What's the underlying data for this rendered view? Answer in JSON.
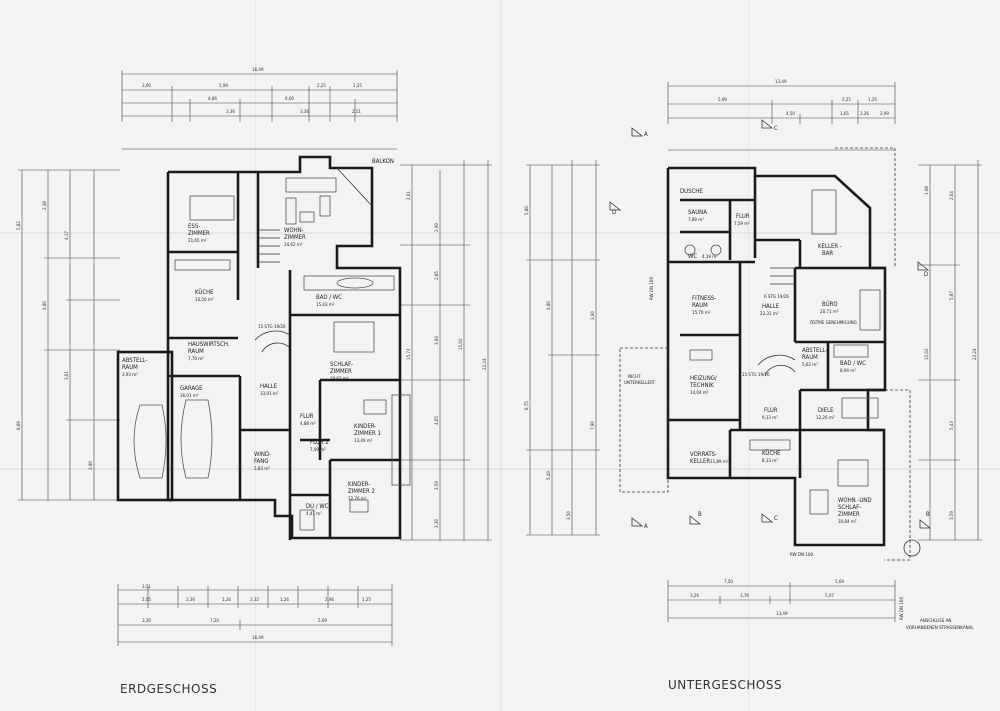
{
  "sheet": {
    "left_title": "ERDGESCHOSS",
    "right_title": "UNTERGESCHOSS"
  },
  "eg": {
    "balkon": "BALKON",
    "rooms": {
      "ess": [
        "ESS-",
        "ZIMMER"
      ],
      "ess_area": "21,65 m²",
      "wohn": [
        "WOHN-",
        "ZIMMER"
      ],
      "wohn_area": "34,62 m²",
      "kueche": "KÜCHE",
      "kueche_area": "10,50 m²",
      "hwr": [
        "HAUSWIRTSCH.",
        "RAUM"
      ],
      "hwr_area": "7,70 m²",
      "abst": [
        "ABSTELL-",
        "RAUM"
      ],
      "abst_area": "3,93 m²",
      "garage": "GARAGE",
      "garage_area": "36,01 m²",
      "halle": "HALLE",
      "halle_area": "33,91 m²",
      "wind": [
        "WIND-",
        "FANG"
      ],
      "wind_area": "5,83 m²",
      "bad": "BAD / WC",
      "bad_area": "15,43 m²",
      "schlaf": [
        "SCHLAF-",
        "ZIMMER"
      ],
      "schlaf_area": "20,62 m²",
      "flur": "FLUR",
      "flur_area": "4,88 m²",
      "flur2": "FLUR 2",
      "flur2_area": "7,09 m²",
      "kind1": [
        "KINDER-",
        "ZIMMER 1"
      ],
      "kind1_area": "13,49 m²",
      "kind2": [
        "KINDER-",
        "ZIMMER 2"
      ],
      "kind2_area": "12,76 m²",
      "duwc": "DU / WC",
      "duwc_area": "4,41 m²",
      "stair": "15 STG 19/26"
    },
    "dims_top": [
      "16,49",
      "3,00",
      "5,99",
      "2,25",
      "1,25",
      "4,86",
      "6,00",
      "3,36",
      "3,36",
      "2,51"
    ],
    "dims_bottom": [
      "3,51",
      "2,05",
      "2,36",
      "1,26",
      "2,32",
      "1,26",
      "2,96",
      "1,25",
      "7,20",
      "5,69",
      "3,30",
      "16,49"
    ],
    "dims_left": [
      "5,82",
      "2,38",
      "4,80",
      "4,17",
      "8,69",
      "3,01",
      "3,90"
    ],
    "dims_right": [
      "2,01",
      "2,99",
      "2,85",
      "3,94",
      "4,05",
      "3,59",
      "3,30",
      "22,24",
      "15,02",
      "15,74"
    ]
  },
  "ug": {
    "rooms": {
      "dusche": "DUSCHE",
      "sauna": "SAUNA",
      "sauna_area": "7,89 m²",
      "flur_top": "FLUR",
      "flur_top_area": "7,59 m²",
      "keller_bar": [
        "KELLER -",
        "BAR"
      ],
      "wc": "WC",
      "wc_area": "4,19 m²",
      "fitness": [
        "FITNESS-",
        "RAUM"
      ],
      "fitness_area": "15,70 m²",
      "halle": "HALLE",
      "halle_area": "22,31 m²",
      "stair": "6 STG 19/26",
      "buero": "BÜRO",
      "buero_area": "20,71 m²",
      "buero_note": "ÖSTME GENEHMIGUNG",
      "heizung": [
        "HEIZUNG/",
        "TECHNIK"
      ],
      "heizung_area": "14,04 m²",
      "stair2": "15 STG 19/26",
      "abst": [
        "ABSTELL-",
        "RAUM"
      ],
      "abst_area": "5,62 m²",
      "bad": "BAD / WC",
      "bad_area": "8,94 m²",
      "nicht": [
        "NICHT",
        "UNTERKELLERT"
      ],
      "flur": "FLUR",
      "flur_area": "9,13 m²",
      "diele": "DIELE",
      "diele_area": "12,26 m²",
      "vorrats": [
        "VORRATS-",
        "KELLER"
      ],
      "vorrats_area": "11,89 m²",
      "kueche": "KÜCHE",
      "kueche_area": "8,13 m²",
      "wohn": [
        "WOHN -UND",
        "SCHLAF-",
        "ZIMMER"
      ],
      "wohn_area": "30,84 m²"
    },
    "sections": [
      "A",
      "B",
      "C",
      "D"
    ],
    "rw": [
      "RW DN 100",
      "RW DN 100",
      "RW DN 100"
    ],
    "connection": [
      "ANSCHLUSS AN",
      "VORHANDENEN STRASSENKANAL"
    ],
    "dims_top": [
      "13,49",
      "5,99",
      "2,25",
      "1,25",
      "4,50",
      "1,65",
      "2,26",
      "2,99"
    ],
    "dims_bottom": [
      "7,50",
      "5,69",
      "3,26",
      "3,76",
      "5,07",
      "13,49"
    ],
    "dims_left": [
      "5,80",
      "4,80",
      "5,49",
      "3,50",
      "8,75",
      "3,90",
      "7,90"
    ],
    "dims_right": [
      "1,98",
      "2,04",
      "5,87",
      "22,24",
      "15,02",
      "5,43",
      "3,59"
    ]
  }
}
